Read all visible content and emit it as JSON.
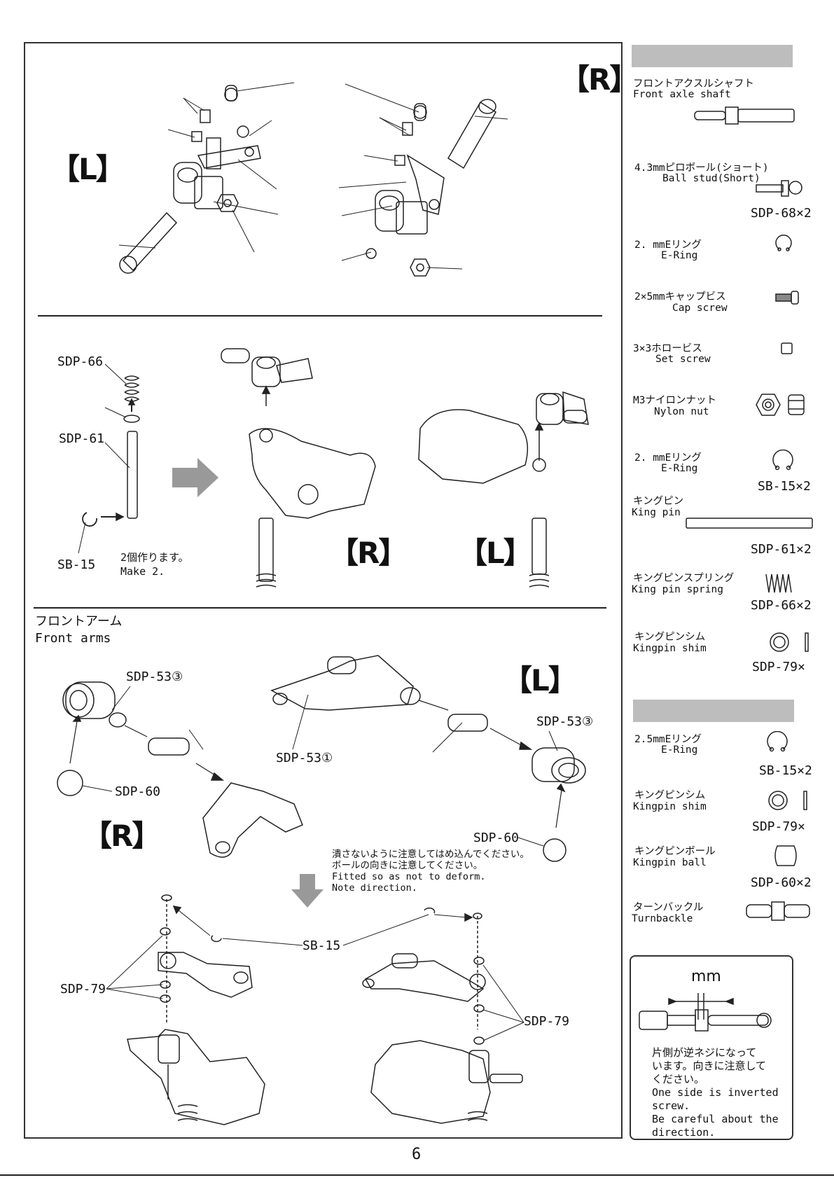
{
  "assembly": {
    "step1": {
      "label_r": "【R】",
      "label_l": "【L】"
    },
    "step2": {
      "parts": {
        "spring": "SDP-66",
        "pin": "SDP-61",
        "ering": "SB-15"
      },
      "note_jp": "2個作ります。",
      "note_en": "Make 2.",
      "label_r": "【R】",
      "label_l": "【L】"
    },
    "step3": {
      "title_jp": "フロントアーム",
      "title_en": "Front arms",
      "label_l": "【L】",
      "label_r": "【R】",
      "parts": {
        "ball_end_left": "SDP-53③",
        "ball_end_right": "SDP-53③",
        "arm": "SDP-53①",
        "ball_left": "SDP-60",
        "ball_right": "SDP-60",
        "ering": "SB-15",
        "shim_left": "SDP-79",
        "shim_right": "SDP-79"
      },
      "note_jp_1": "潰さないように注意してはめ込んでください。",
      "note_jp_2": "ボールの向きに注意してください。",
      "note_en_1": "Fitted so as not to deform.",
      "note_en_2": "Note direction."
    }
  },
  "parts_list_1": [
    {
      "jp": "フロントアクスルシャフト",
      "en": "Front axle shaft",
      "qty": "",
      "icon": "axle-shaft-icon"
    },
    {
      "jp": "4.3mmピロボール(ショート)",
      "en": "Ball stud(Short)",
      "qty": "SDP-68×2",
      "icon": "ball-stud-icon"
    },
    {
      "jp": "2. mmEリング",
      "en": "E-Ring",
      "qty": "",
      "icon": "e-ring-icon"
    },
    {
      "jp": "2×5mmキャップビス",
      "en": "Cap screw",
      "qty": "",
      "icon": "cap-screw-icon"
    },
    {
      "jp": "3×3ホロービス",
      "en": "Set screw",
      "qty": "",
      "icon": "set-screw-icon"
    },
    {
      "jp": "M3ナイロンナット",
      "en": "Nylon nut",
      "qty": "",
      "icon": "nylon-nut-icon"
    },
    {
      "jp": "2. mmEリング",
      "en": "E-Ring",
      "qty": "SB-15×2",
      "icon": "e-ring-icon"
    },
    {
      "jp": "キングピン",
      "en": "King pin",
      "qty": "SDP-61×2",
      "icon": "king-pin-icon"
    },
    {
      "jp": "キングピンスプリング",
      "en": "King pin  spring",
      "qty": "SDP-66×2",
      "icon": "spring-icon"
    },
    {
      "jp": "キングピンシム",
      "en": "Kingpin shim",
      "qty": "SDP-79×",
      "icon": "shim-icon"
    }
  ],
  "parts_list_2": [
    {
      "jp": "2.5mmEリング",
      "en": "E-Ring",
      "qty": "SB-15×2",
      "icon": "e-ring-icon"
    },
    {
      "jp": "キングピンシム",
      "en": "Kingpin shim",
      "qty": "SDP-79×",
      "icon": "shim-icon"
    },
    {
      "jp": "キングピンボール",
      "en": "Kingpin ball",
      "qty": "SDP-60×2",
      "icon": "ball-icon"
    },
    {
      "jp": "ターンバックル",
      "en": "Turnbackle",
      "qty": "",
      "icon": "turnbuckle-icon"
    }
  ],
  "tip": {
    "unit": "mm",
    "jp_1": "片側が逆ネジになって",
    "jp_2": "います。向きに注意して",
    "jp_3": "ください。",
    "en_1": "One side is inverted",
    "en_2": "screw.",
    "en_3": "Be careful about the",
    "en_4": "direction."
  },
  "page_number": "6"
}
